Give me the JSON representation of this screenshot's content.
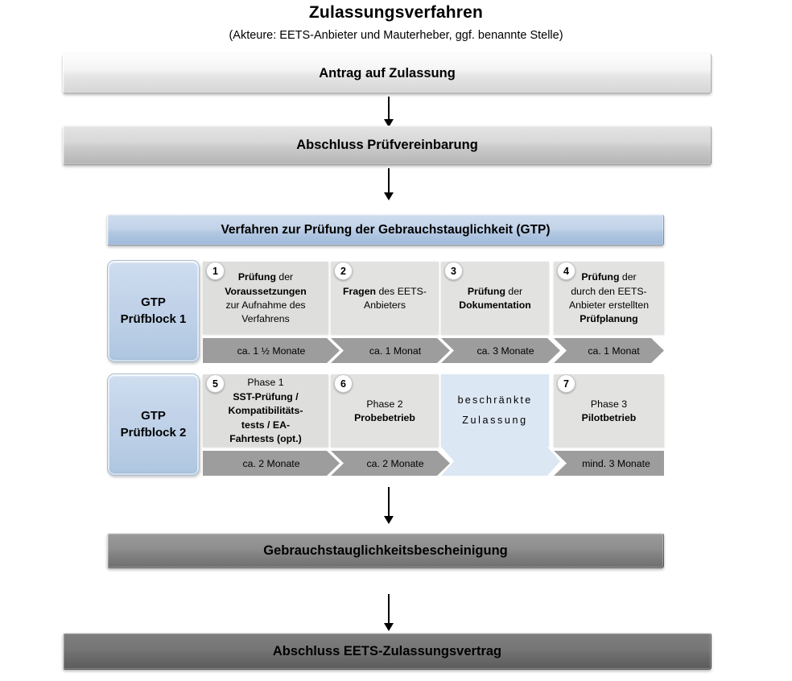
{
  "header": {
    "title": "Zulassungsverfahren",
    "subtitle": "(Akteure: EETS-Anbieter und Mauterheber, ggf. benannte Stelle)"
  },
  "flow": {
    "step_application": "Antrag auf Zulassung",
    "step_agreement": "Abschluss Prüfvereinbarung",
    "gtp_header": "Verfahren zur Prüfung der Gebrauchstauglichkeit (GTP)",
    "step_certificate": "Gebrauchstauglichkeitsbescheinigung",
    "step_contract": "Abschluss EETS-Zulassungsvertrag"
  },
  "blocks": [
    {
      "id": "block1",
      "label_line1": "GTP",
      "label_line2": "Prüfblock 1",
      "steps": [
        {
          "number": "1",
          "lines": [
            {
              "text": "Prüfung ",
              "bold": true
            },
            {
              "text": "der",
              "bold": false
            },
            {
              "text": "Voraussetzungen",
              "bold": true
            },
            {
              "text": "zur Aufnahme des",
              "bold": false
            },
            {
              "text": "Verfahrens",
              "bold": false
            }
          ],
          "duration": "ca. 1 ½ Monate"
        },
        {
          "number": "2",
          "lines": [
            {
              "text": "Fragen ",
              "bold": true
            },
            {
              "text": "des EETS-",
              "bold": false
            },
            {
              "text": "Anbieters",
              "bold": false
            }
          ],
          "duration": "ca. 1 Monat"
        },
        {
          "number": "3",
          "lines": [
            {
              "text": "Prüfung ",
              "bold": true
            },
            {
              "text": "der",
              "bold": false
            },
            {
              "text": "Dokumentation",
              "bold": true
            }
          ],
          "duration": "ca. 3 Monate"
        },
        {
          "number": "4",
          "lines": [
            {
              "text": "Prüfung ",
              "bold": true
            },
            {
              "text": "der",
              "bold": false
            },
            {
              "text": "durch den EETS-",
              "bold": false
            },
            {
              "text": "Anbieter erstellten",
              "bold": false
            },
            {
              "text": "Prüfplanung",
              "bold": true
            }
          ],
          "duration": "ca. 1 Monat"
        }
      ]
    },
    {
      "id": "block2",
      "label_line1": "GTP",
      "label_line2": "Prüfblock 2",
      "steps": [
        {
          "number": "5",
          "lines": [
            {
              "text": "Phase 1",
              "bold": false
            },
            {
              "text": "SST-Prüfung /",
              "bold": true
            },
            {
              "text": "Kompatibilitäts-",
              "bold": true
            },
            {
              "text": "tests / EA-",
              "bold": true
            },
            {
              "text": "Fahrtests (opt.)",
              "bold": true
            }
          ],
          "duration": "ca. 2 Monate"
        },
        {
          "number": "6",
          "lines": [
            {
              "text": "Phase 2",
              "bold": false
            },
            {
              "text": "Probebetrieb",
              "bold": true
            }
          ],
          "duration": "ca. 2 Monate"
        },
        {
          "number": "",
          "lines": [
            {
              "text": "beschränkte",
              "bold": false
            },
            {
              "text": "Zulassung",
              "bold": false
            }
          ],
          "duration": ""
        },
        {
          "number": "7",
          "lines": [
            {
              "text": "Phase 3",
              "bold": false
            },
            {
              "text": "Pilotbetrieb",
              "bold": true
            }
          ],
          "duration": "mind. 3 Monate"
        }
      ]
    }
  ],
  "restricted": {
    "line1": "beschränkte",
    "line2": "Zulassung"
  },
  "colors": {
    "blue_block": "#bdd0e7",
    "blue_light": "#dce7f4",
    "step_gray": "#dededd",
    "arrow_gray": "#9d9d9d",
    "dark_gray": "#8e8e8e",
    "darker_gray": "#767676"
  }
}
